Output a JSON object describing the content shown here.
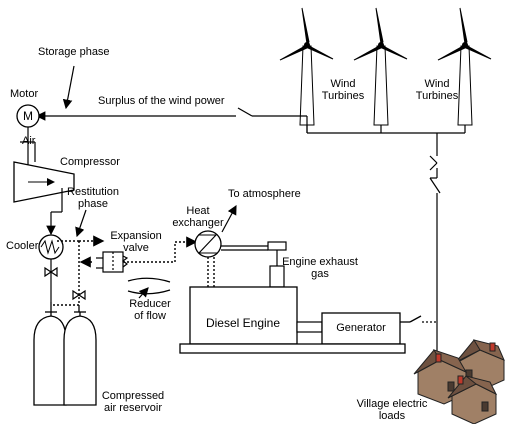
{
  "labels": {
    "storage_phase": "Storage phase",
    "motor": "Motor",
    "motor_symbol": "M",
    "surplus": "Surplus of the wind power",
    "wind_turbines_1_line1": "Wind",
    "wind_turbines_1_line2": "Turbines",
    "wind_turbines_2_line1": "Wind",
    "wind_turbines_2_line2": "Turbines",
    "air": "Air",
    "compressor": "Compressor",
    "restitution_line1": "Restitution",
    "restitution_line2": "phase",
    "to_atmosphere": "To atmosphere",
    "heat_exchanger_line1": "Heat",
    "heat_exchanger_line2": "exchanger",
    "cooler": "Cooler",
    "expansion_line1": "Expansion",
    "expansion_line2": "valve",
    "engine_exhaust_line1": "Engine exhaust",
    "engine_exhaust_line2": "gas",
    "reducer_line1": "Reducer",
    "reducer_line2": "of flow",
    "diesel_engine": "Diesel Engine",
    "generator": "Generator",
    "compressed_line1": "Compressed",
    "compressed_line2": "air reservoir",
    "village_line1": "Village electric",
    "village_line2": "loads"
  },
  "colors": {
    "line": "#000000",
    "house_wall": "#9a7b62",
    "house_roof": "#7a5a44",
    "chimney": "#c0392b"
  }
}
